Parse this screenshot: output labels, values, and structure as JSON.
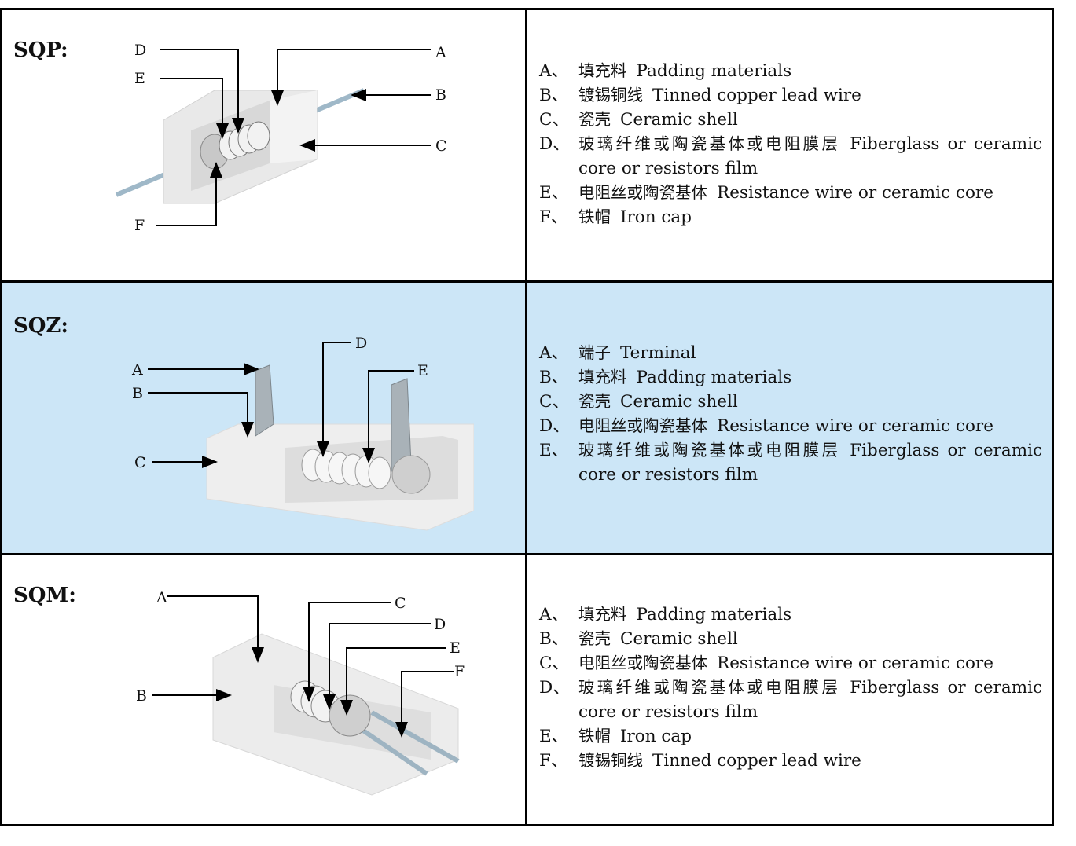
{
  "sections": [
    {
      "model": "SQP:",
      "callouts": [
        "A",
        "B",
        "C",
        "D",
        "E",
        "F"
      ],
      "items": [
        {
          "letter": "A、",
          "cn": "填充料",
          "en": "Padding materials"
        },
        {
          "letter": "B、",
          "cn": "镀锡铜线",
          "en": "Tinned copper lead wire"
        },
        {
          "letter": "C、",
          "cn": "瓷壳",
          "en": "Ceramic shell"
        },
        {
          "letter": "D、",
          "cn": "玻璃纤维或陶瓷基体或电阻膜层",
          "en": "Fiberglass or ceramic core or resistors film"
        },
        {
          "letter": "E、",
          "cn": "电阻丝或陶瓷基体",
          "en": "Resistance wire or ceramic core"
        },
        {
          "letter": "F、",
          "cn": "铁帽",
          "en": "Iron cap"
        }
      ]
    },
    {
      "model": "SQZ:",
      "callouts": [
        "A",
        "B",
        "C",
        "D",
        "E"
      ],
      "items": [
        {
          "letter": "A、",
          "cn": "端子",
          "en": "Terminal"
        },
        {
          "letter": "B、",
          "cn": "填充料",
          "en": "Padding materials"
        },
        {
          "letter": "C、",
          "cn": "瓷壳",
          "en": "Ceramic shell"
        },
        {
          "letter": "D、",
          "cn": "电阻丝或陶瓷基体",
          "en": "Resistance wire or ceramic core"
        },
        {
          "letter": "E、",
          "cn": "玻璃纤维或陶瓷基体或电阻膜层",
          "en": "Fiberglass or ceramic core or resistors film"
        }
      ]
    },
    {
      "model": "SQM:",
      "callouts": [
        "A",
        "B",
        "C",
        "D",
        "E",
        "F"
      ],
      "items": [
        {
          "letter": "A、",
          "cn": "填充料",
          "en": "Padding materials"
        },
        {
          "letter": "B、",
          "cn": "瓷壳",
          "en": "Ceramic shell"
        },
        {
          "letter": "C、",
          "cn": "电阻丝或陶瓷基体",
          "en": "Resistance wire or ceramic core"
        },
        {
          "letter": "D、",
          "cn": "玻璃纤维或陶瓷基体或电阻膜层",
          "en": "Fiberglass or ceramic core or resistors film"
        },
        {
          "letter": "E、",
          "cn": "铁帽",
          "en": "Iron cap"
        },
        {
          "letter": "F、",
          "cn": "镀锡铜线",
          "en": "Tinned copper lead wire"
        }
      ]
    }
  ],
  "colors": {
    "highlight_row": "#cce6f7",
    "ceramic": "#e8e8e8",
    "border": "#000000"
  }
}
